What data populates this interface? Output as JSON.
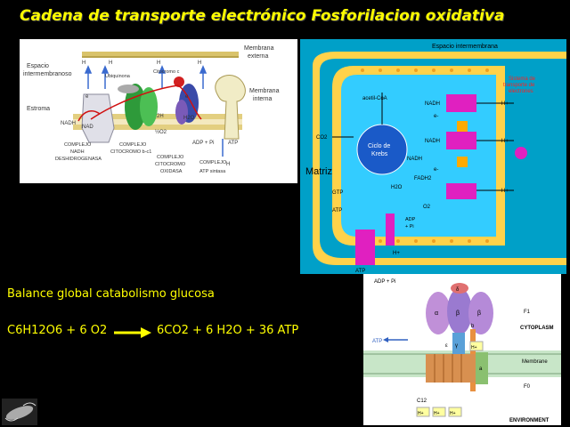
{
  "title": "Cadena de transporte electrónico Fosforilacion oxidativa",
  "balance": {
    "heading": "Balance global catabolismo glucosa",
    "reactants": "C6H12O6 + 6 O2",
    "products": "6CO2 + 6 H2O + 36 ATP"
  },
  "chain_panel": {
    "espacio": "Espacio",
    "intermembranoso": "intermembranoso",
    "estroma": "Estroma",
    "membrana_externa_1": "Membrana",
    "membrana_externa_2": "externa",
    "membrana_interna_1": "Membrana",
    "membrana_interna_2": "interna",
    "ubiquinona": "Ubiquinona",
    "citocromo_c": "Citocromo c",
    "nadh": "NADH",
    "nad": "NAD",
    "h2o": "H2O",
    "two_h": "2H",
    "half_o2": "½O2",
    "adp_pi": "ADP + Pi",
    "atp": "ATP",
    "hplus": "H",
    "e_minus": "e",
    "complejo1_a": "COMPLEJO",
    "complejo1_b": "NADH",
    "complejo1_c": "DESHIDROGENASA",
    "complejo2_a": "COMPLEJO",
    "complejo2_b": "CITOCROMO b-c1",
    "complejo3_a": "COMPLEJO",
    "complejo3_b": "CITOCROMO",
    "complejo3_c": "OXIDASA",
    "complejo4_a": "COMPLEJO",
    "complejo4_b": "ATP sintasa"
  },
  "mito_panel": {
    "espacio_intermembrana": "Espacio intermembrana",
    "sistema_1": "Sistema de",
    "sistema_2": "transporte de",
    "sistema_3": "electrones",
    "acetil_coa": "acetil-CoA",
    "co2": "CO2",
    "ciclo_1": "Ciclo de",
    "ciclo_2": "Krebs",
    "matriz": "Matriz",
    "nadh": "NADH",
    "fadh2": "FADH2",
    "gtp": "GTP",
    "atp": "ATP",
    "h2o": "H2O",
    "o2": "O2",
    "adp_pi_1": "ADP",
    "adp_pi_2": "+ Pi",
    "hplus": "H+",
    "e_minus": "e-"
  },
  "synthase_panel": {
    "adp_pi": "ADP + Pi",
    "atp": "ATP",
    "f1": "F1",
    "f0": "F0",
    "cytoplasm": "CYTOPLASM",
    "membrane": "Membrane",
    "environment": "ENVIRONMENT",
    "c12": "C12",
    "hplus": "H+",
    "alpha": "α",
    "beta": "β",
    "gamma": "γ",
    "delta": "δ",
    "epsilon": "ε",
    "a": "a",
    "b": "b"
  },
  "colors": {
    "title": "#ffff00",
    "mito_bg": "#00a0c8",
    "matrix": "#33ccff",
    "membrane": "#ffd24a",
    "complex": "#e020c0"
  }
}
